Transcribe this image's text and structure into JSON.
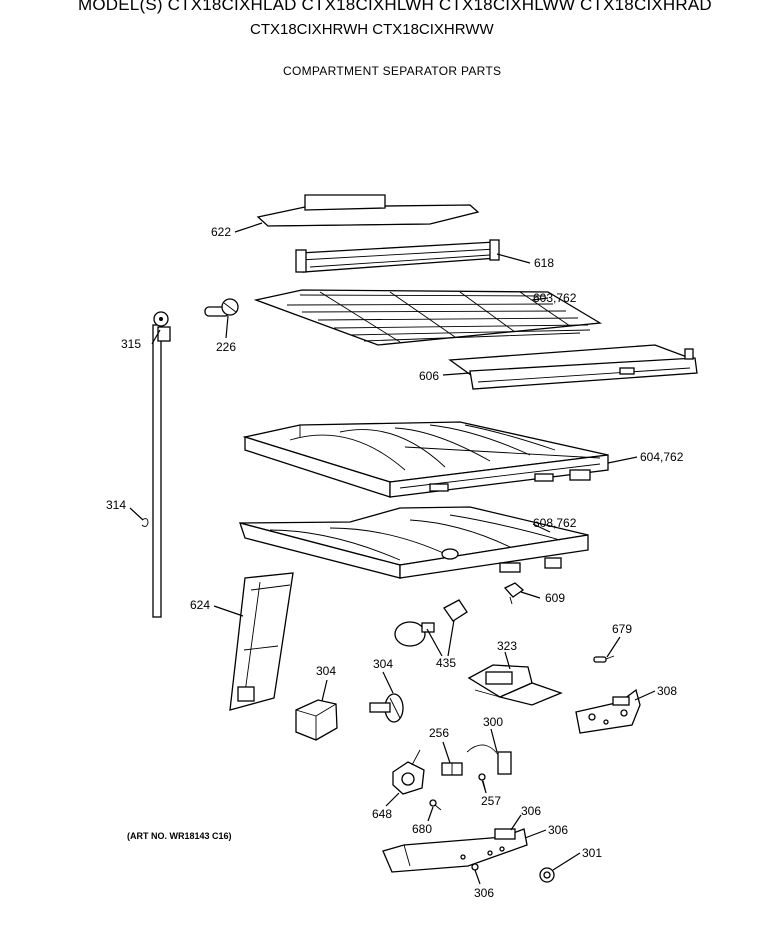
{
  "header": {
    "models_line1": "MODEL(S) CTX18CIXHLAD  CTX18CIXHLWH  CTX18CIXHLWW  CTX18CIXHRAD",
    "models_line2": "CTX18CIXHRWH  CTX18CIXHRWW",
    "section_title": "COMPARTMENT SEPARATOR PARTS"
  },
  "art_number": "(ART NO. WR18143 C16)",
  "callouts": {
    "c622": "622",
    "c618": "618",
    "c603": "603,762",
    "c315": "315",
    "c226": "226",
    "c606": "606",
    "c604": "604,762",
    "c314": "314",
    "c608": "608,762",
    "c624": "624",
    "c609": "609",
    "c323": "323",
    "c679": "679",
    "c435": "435",
    "c304a": "304",
    "c304b": "304",
    "c308": "308",
    "c256": "256",
    "c300": "300",
    "c648": "648",
    "c257": "257",
    "c680": "680",
    "c306a": "306",
    "c306b": "306",
    "c301": "301",
    "c306c": "306"
  }
}
